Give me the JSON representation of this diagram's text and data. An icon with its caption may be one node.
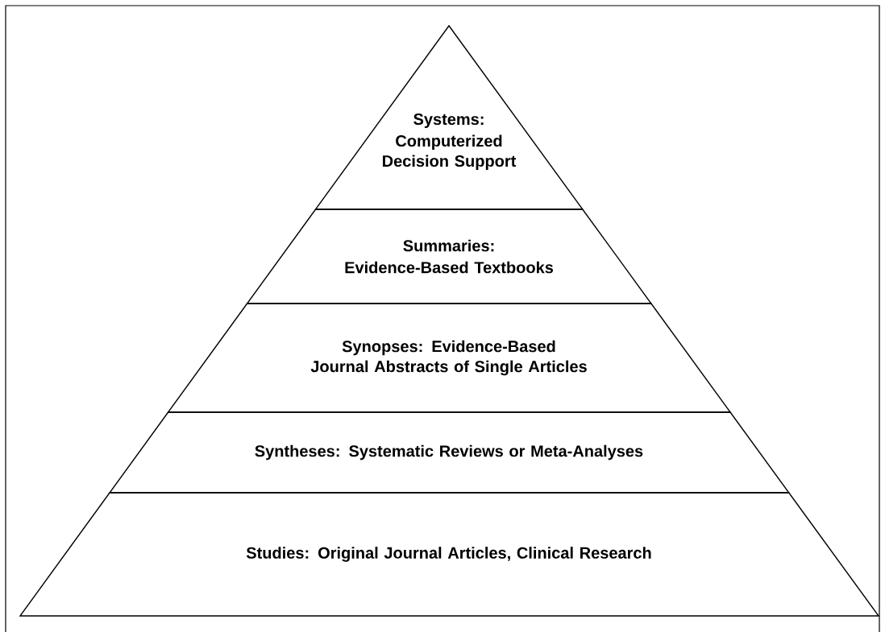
{
  "diagram": {
    "nodes": [
      {
        "text": [
          "Systems:",
          "Computerized Decision Support"
        ]
      },
      {
        "text": [
          "Summaries:",
          "Evidence-Based Textbooks"
        ]
      },
      {
        "text": [
          "Synopses: Evidence-Based Journal Abstracts of Single Articles"
        ]
      },
      {
        "text": [
          "Syntheses: Systematic Reviews or Meta-Analyses"
        ]
      },
      {
        "text": [
          "Studies: Original Journal Articles, Clinical Research"
        ]
      }
    ]
  }
}
